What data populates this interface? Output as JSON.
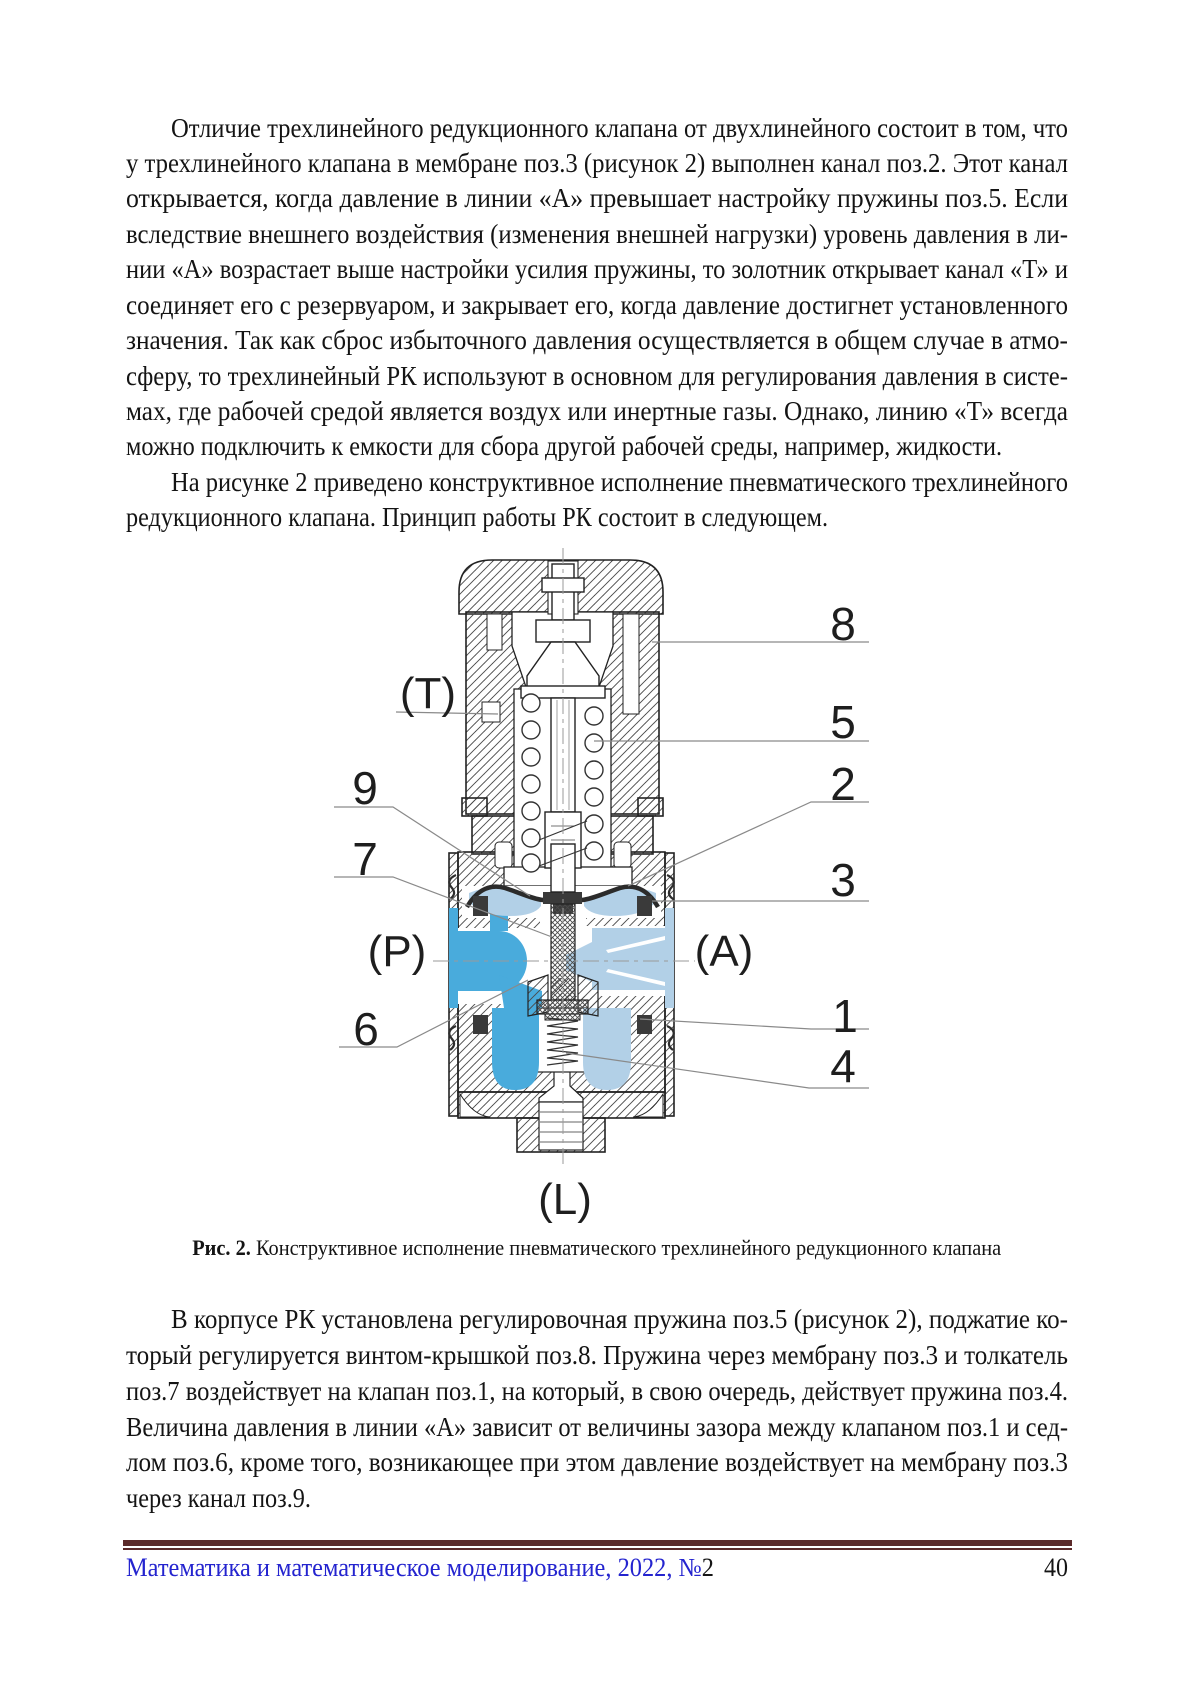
{
  "content": {
    "p1_lines": [
      "Отличие трехлинейного редукционного клапана от двухлинейного состоит в том, что",
      "у трехлинейного клапана в мембране поз.3 (рисунок 2) выполнен канал поз.2. Этот канал",
      "открывается, когда давление в линии «А» превышает настройку пружины поз.5. Если",
      "вследствие внешнего воздействия (изменения внешней нагрузки) уровень давления в ли-",
      "нии «А» возрастает выше настройки усилия пружины, то золотник открывает канал «Т» и",
      "соединяет его с резервуаром, и закрывает его, когда давление достигнет установленного",
      "значения. Так как сброс избыточного давления осуществляется в общем случае в атмо-",
      "сферу, то трехлинейный РК используют в основном для регулирования давления в систе-",
      "мах, где рабочей средой является воздух или инертные газы. Однако, линию «Т» всегда",
      "можно подключить к емкости для сбора другой рабочей среды, например, жидкости."
    ],
    "p2_lines": [
      "На рисунке 2 приведено конструктивное исполнение пневматического трехлинейного",
      "редукционного клапана. Принцип работы РК состоит в следующем."
    ],
    "p3_lines": [
      "В корпусе РК установлена регулировочная пружина поз.5 (рисунок 2), поджатие ко-",
      "торый регулируется винтом-крышкой поз.8. Пружина через мембрану поз.3 и толкатель",
      "поз.7 воздействует на клапан поз.1, на который, в свою очередь, действует пружина поз.4.",
      "Величина давления в линии «А» зависит от величины зазора между клапаном поз.1 и сед-",
      "лом поз.6, кроме того, возникающее при этом давление воздействует на мембрану поз.3",
      "через канал поз.9."
    ],
    "caption_label": "Рис. 2.",
    "caption_text": " Конструктивное исполнение пневматического трехлинейного редукционного клапана"
  },
  "figure": {
    "ports": {
      "t": "(T)",
      "p": "(P)",
      "a": "(A)",
      "l": "(L)"
    },
    "callouts": {
      "n1": "1",
      "n2": "2",
      "n3": "3",
      "n4": "4",
      "n5": "5",
      "n6": "6",
      "n7": "7",
      "n8": "8",
      "n9": "9"
    },
    "colors": {
      "medium_blue": "#49abdc",
      "light_blue": "#b2d0e7",
      "hatch_line": "#3f3f3f",
      "outline": "#222222",
      "callout_line": "#8a8a8a",
      "centerline": "#9a9a9a",
      "seal": "#3a3a3a",
      "diaphragm": "#2b2b2b"
    }
  },
  "footer": {
    "journal_link": "Математика и математическое моделирование, 2022, №",
    "journal_suffix": "2",
    "page_number": "40",
    "rule_color": "#5b2a2a",
    "link_color": "#2424cf"
  }
}
